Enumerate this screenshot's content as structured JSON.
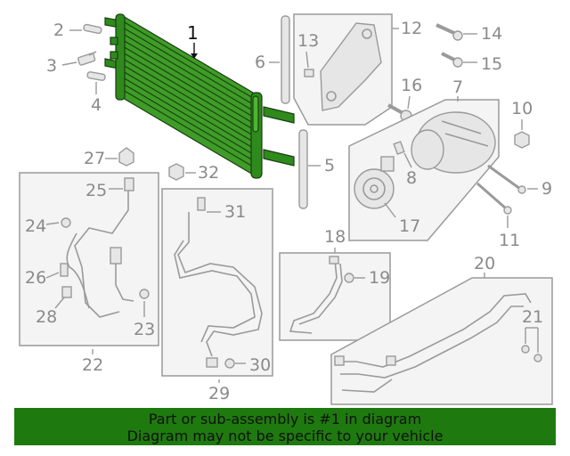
{
  "callouts": {
    "c1": "1",
    "c2": "2",
    "c3": "3",
    "c4": "4",
    "c5": "5",
    "c6": "6",
    "c7": "7",
    "c8": "8",
    "c9": "9",
    "c10": "10",
    "c11": "11",
    "c12": "12",
    "c13": "13",
    "c14": "14",
    "c15": "15",
    "c16": "16",
    "c17": "17",
    "c18": "18",
    "c19": "19",
    "c20": "20",
    "c21": "21",
    "c22": "22",
    "c23": "23",
    "c24": "24",
    "c25": "25",
    "c26": "26",
    "c27": "27",
    "c28": "28",
    "c29": "29",
    "c30": "30",
    "c31": "31",
    "c32": "32"
  },
  "banner": {
    "line1": "Part or sub-assembly is #1 in diagram",
    "line2": "Diagram may not be specific to your vehicle"
  },
  "colors": {
    "highlight_part": "#2f8a1c",
    "banner_bg": "#1e7a0e",
    "part_gray": "#9a9a9a"
  }
}
